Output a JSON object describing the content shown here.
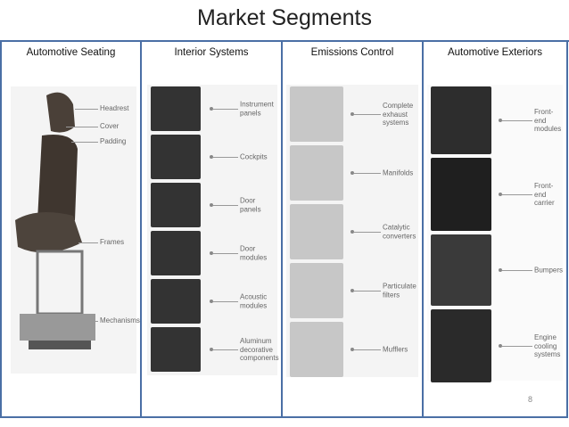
{
  "title": "Market Segments",
  "page_number": "8",
  "colors": {
    "border": "#4a6fa5"
  },
  "panels": [
    {
      "header": "Automotive Seating",
      "items": [
        "Headrest",
        "Cover",
        "Padding",
        "Frames",
        "Mechanisms"
      ]
    },
    {
      "header": "Interior Systems",
      "items": [
        "Instrument\npanels",
        "Cockpits",
        "Door\npanels",
        "Door\nmodules",
        "Acoustic\nmodules",
        "Aluminum\ndecorative\ncomponents"
      ]
    },
    {
      "header": "Emissions Control",
      "items": [
        "Complete\nexhaust\nsystems",
        "Manifolds",
        "Catalytic\nconverters",
        "Particulate\nfilters",
        "Mufflers"
      ]
    },
    {
      "header": "Automotive Exteriors",
      "items": [
        "Front-end\nmodules",
        "Front-end\ncarrier",
        "Bumpers",
        "Engine\ncooling\nsystems"
      ]
    }
  ]
}
